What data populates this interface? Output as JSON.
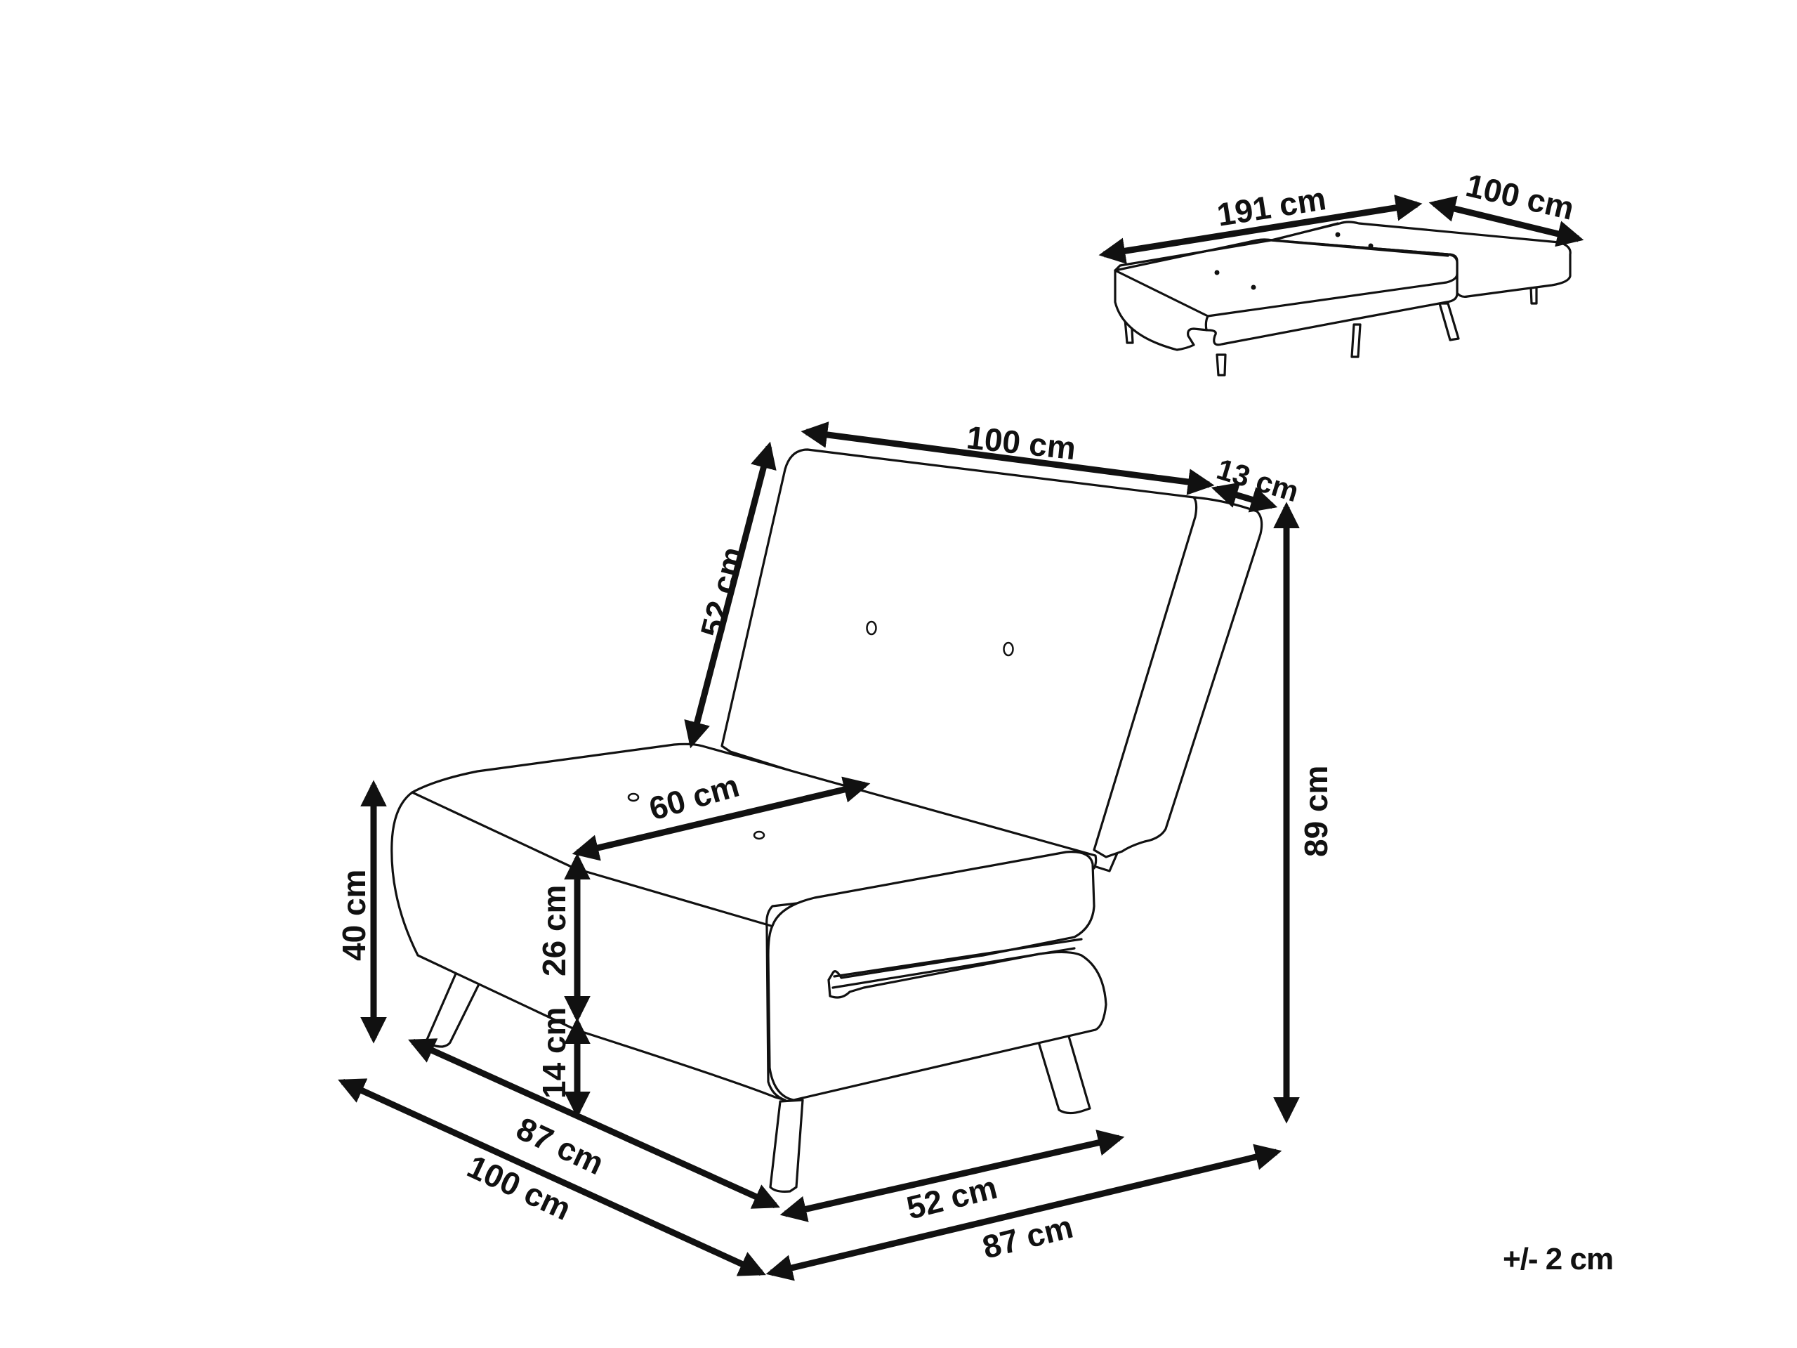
{
  "diagram": {
    "subject": "single sofa bed / chair bed dimension drawing",
    "colors": {
      "line": "#111111",
      "background": "#ffffff"
    }
  },
  "bed_view": {
    "length_label": "191 cm",
    "width_label": "100 cm"
  },
  "chair_view": {
    "backrest_width_label": "100 cm",
    "backrest_thickness_label": "13 cm",
    "backrest_height_label": "52 cm",
    "total_height_label": "89 cm",
    "seat_depth_label": "60 cm",
    "arm_height_label": "40 cm",
    "seat_cushion_height_label": "26 cm",
    "leg_height_label": "14 cm",
    "inner_depth_label": "87 cm",
    "outer_depth_label": "100 cm",
    "front_width_label": "52 cm",
    "total_width_label": "87 cm"
  },
  "tolerance_label": "+/- 2 cm"
}
